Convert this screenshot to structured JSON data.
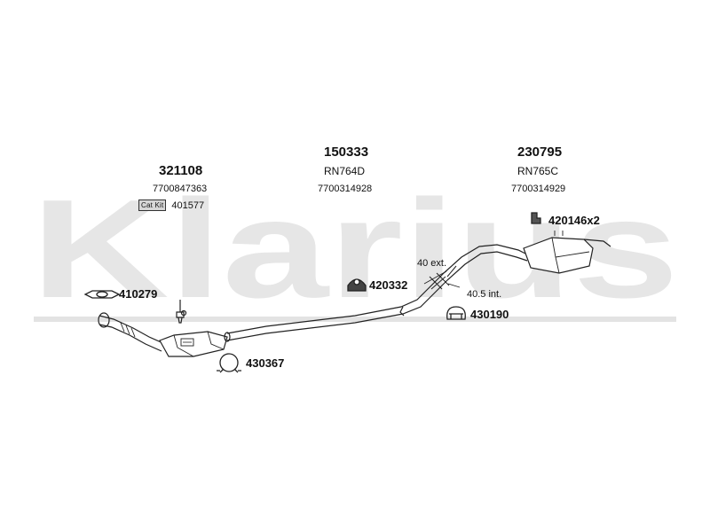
{
  "brand": {
    "watermark_text": "Klarius"
  },
  "parts": {
    "cat_section": {
      "number": "321108",
      "oe": "7700847363",
      "catkit_badge": "Cat Kit",
      "catkit_number": "401577"
    },
    "mid_section": {
      "number": "150333",
      "ref": "RN764D",
      "oe": "7700314928"
    },
    "rear_section": {
      "number": "230795",
      "ref": "RN765C",
      "oe": "7700314929"
    }
  },
  "accessories": {
    "gasket": "410279",
    "rubber_mount": "420332",
    "mount_pair": "420146x2",
    "clamp_rear": "430190",
    "clamp_front": "430367"
  },
  "annotations": {
    "ext": "40 ext.",
    "int": "40.5 int."
  }
}
